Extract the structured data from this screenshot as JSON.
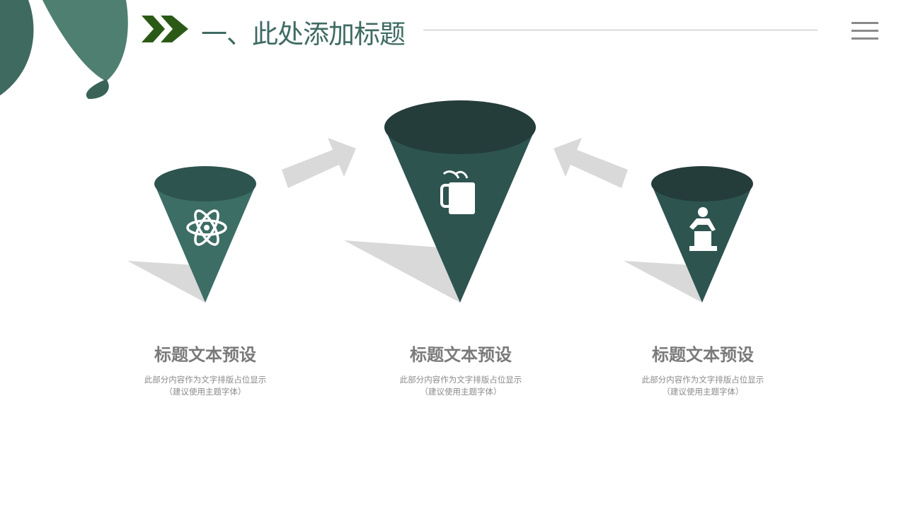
{
  "header": {
    "title": "一、此处添加标题",
    "menu_icon": "hamburger-menu-icon"
  },
  "colors": {
    "accent": "#2b5a16",
    "title": "#3f6b63",
    "cone_light": "#3d6e66",
    "cone_dark": "#2e5450",
    "cone_top": "#243d3b",
    "shadow": "#d9d9d9"
  },
  "items": [
    {
      "icon": "atom-icon",
      "title": "标题文本预设",
      "desc1": "此部分内容作为文字排版占位显示",
      "desc2": "（建议使用主题字体）"
    },
    {
      "icon": "coffee-mug-icon",
      "title": "标题文本预设",
      "desc1": "此部分内容作为文字排版占位显示",
      "desc2": "（建议使用主题字体）"
    },
    {
      "icon": "speaker-podium-icon",
      "title": "标题文本预设",
      "desc1": "此部分内容作为文字排版占位显示",
      "desc2": "（建议使用主题字体）"
    }
  ]
}
